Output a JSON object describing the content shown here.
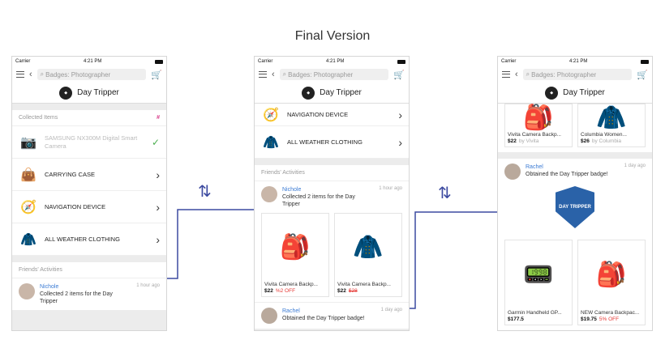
{
  "title": "Final Version",
  "status": {
    "carrier": "Carrier",
    "time": "4:21 PM"
  },
  "search_placeholder": "Badges: Photographer",
  "brand_title": "Day Tripper",
  "badge_text": "DAY TRIPPER",
  "screen1": {
    "collected_header": "Collected Items",
    "items": [
      {
        "label": "SAMSUNG NX300M Digital Smart Camera",
        "icon": "camera-icon"
      },
      {
        "label": "CARRYING CASE",
        "icon": "case-icon"
      },
      {
        "label": "NAVIGATION DEVICE",
        "icon": "gps-icon"
      },
      {
        "label": "ALL WEATHER CLOTHING",
        "icon": "jacket-icon"
      }
    ],
    "friends_header": "Friends' Activities",
    "activity": {
      "name": "Nichole",
      "text": "Collected 2 items for the Day Tripper",
      "time": "1 hour ago"
    }
  },
  "screen2": {
    "items": [
      {
        "label": "NAVIGATION DEVICE"
      },
      {
        "label": "ALL WEATHER CLOTHING"
      }
    ],
    "friends_header": "Friends' Activities",
    "activity1": {
      "name": "Nichole",
      "text": "Collected 2 items for the Day Tripper",
      "time": "1 hour ago"
    },
    "products": [
      {
        "name": "Vivita Camera Backp...",
        "price": "$22",
        "off": "%2 OFF"
      },
      {
        "name": "Vivita Camera Backp...",
        "price": "$22",
        "off": "$28"
      }
    ],
    "activity2": {
      "name": "Rachel",
      "text": "Obtained the Day Tripper badge!",
      "time": "1 day ago"
    }
  },
  "screen3": {
    "top_products": [
      {
        "name": "Vivita Camera Backp...",
        "price": "$22",
        "by": "by Vivita"
      },
      {
        "name": "Columbia Women...",
        "price": "$26",
        "by": "by Columbia"
      }
    ],
    "activity": {
      "name": "Rachel",
      "text": "Obtained the Day Tripper badge!",
      "time": "1 day ago"
    },
    "products": [
      {
        "name": "Garmin Handheld GP...",
        "price": "$177.5",
        "off": ""
      },
      {
        "name": "NEW Camera Backpac...",
        "price": "$19.75",
        "off": "5% OFF"
      }
    ]
  },
  "colors": {
    "accent": "#3b7bd4",
    "arrow": "#3c4aa0",
    "sale": "#e53935",
    "check": "#4caf50"
  }
}
